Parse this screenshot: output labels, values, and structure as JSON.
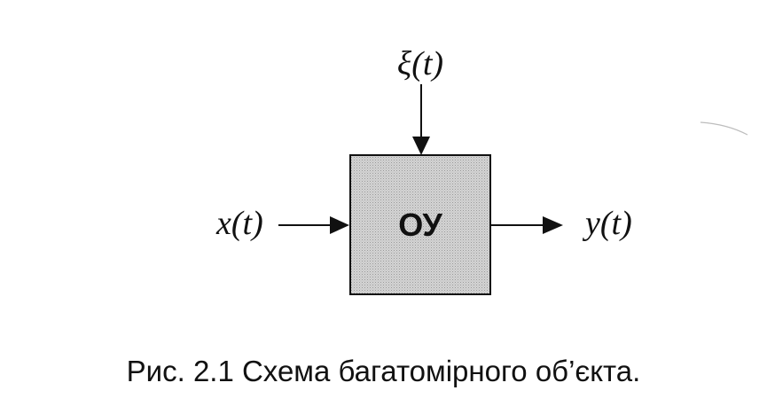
{
  "diagram": {
    "block_label": "ОУ",
    "disturbance": "ξ(t)",
    "input": "x(t)",
    "output": "y(t)"
  },
  "caption": "Рис. 2.1 Схема багатомірного об’єкта.",
  "colors": {
    "block_fill": "#cfcfcf",
    "line": "#111111",
    "background": "#ffffff"
  }
}
